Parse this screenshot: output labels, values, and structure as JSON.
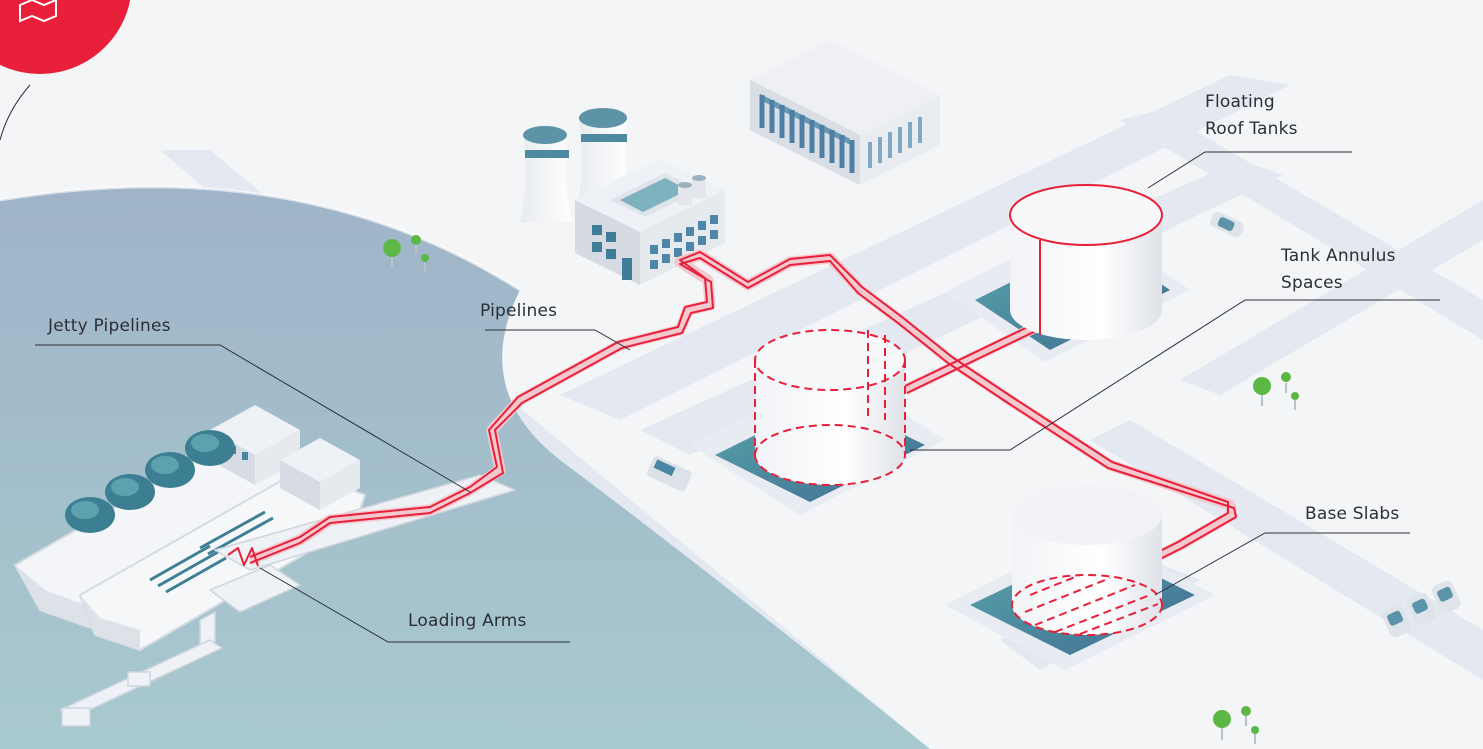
{
  "labels": {
    "floating_roof_tanks": {
      "line1": "Floating",
      "line2": "Roof Tanks"
    },
    "tank_annulus_spaces": {
      "line1": "Tank Annulus",
      "line2": "Spaces"
    },
    "pipelines": "Pipelines",
    "jetty_pipelines": "Jetty Pipelines",
    "base_slabs": "Base Slabs",
    "loading_arms": "Loading Arms"
  },
  "colors": {
    "accent_red": "#e8203a",
    "water": "#a9c4cf",
    "ground": "#f4f5f7",
    "road": "#e3e8f1",
    "tank_pad": "#4e8fa0"
  },
  "icons": {
    "corner_badge": "map-icon"
  }
}
